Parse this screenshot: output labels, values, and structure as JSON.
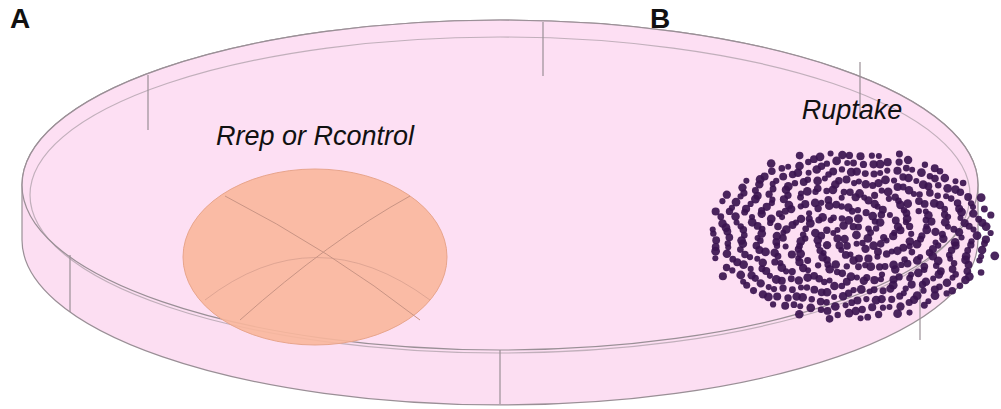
{
  "diagram": {
    "labels": [
      "A",
      "B",
      "Rrep or Rcontrol",
      "Ruptake"
    ]
  }
}
